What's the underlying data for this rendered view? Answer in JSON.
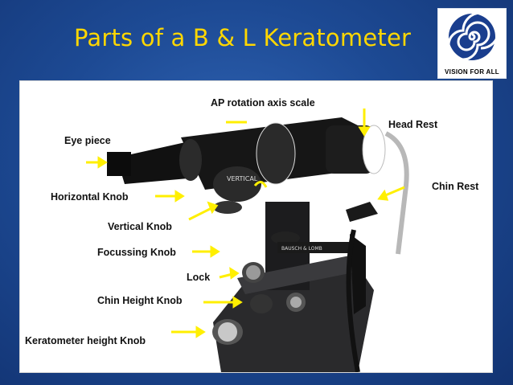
{
  "slide": {
    "title": "Parts of a B & L Keratometer"
  },
  "logo": {
    "text": "VISION FOR ALL",
    "icon": "spiral-eye-icon"
  },
  "photo": {
    "brand_text": "BAUSCH & LOMB",
    "dial_text": "VERTICAL",
    "labels": {
      "ap_rotation": "AP rotation axis scale",
      "head_rest": "Head Rest",
      "eye_piece": "Eye piece",
      "chin_rest": "Chin Rest",
      "horizontal_knob": "Horizontal Knob",
      "vertical_knob": "Vertical Knob",
      "focussing_knob": "Focussing Knob",
      "lock": "Lock",
      "chin_height_knob": "Chin Height Knob",
      "keratometer_height_knob": "Keratometer height Knob"
    }
  },
  "colors": {
    "title": "#ffd700",
    "arrow": "#ffef00",
    "background": "#1d4a94"
  }
}
